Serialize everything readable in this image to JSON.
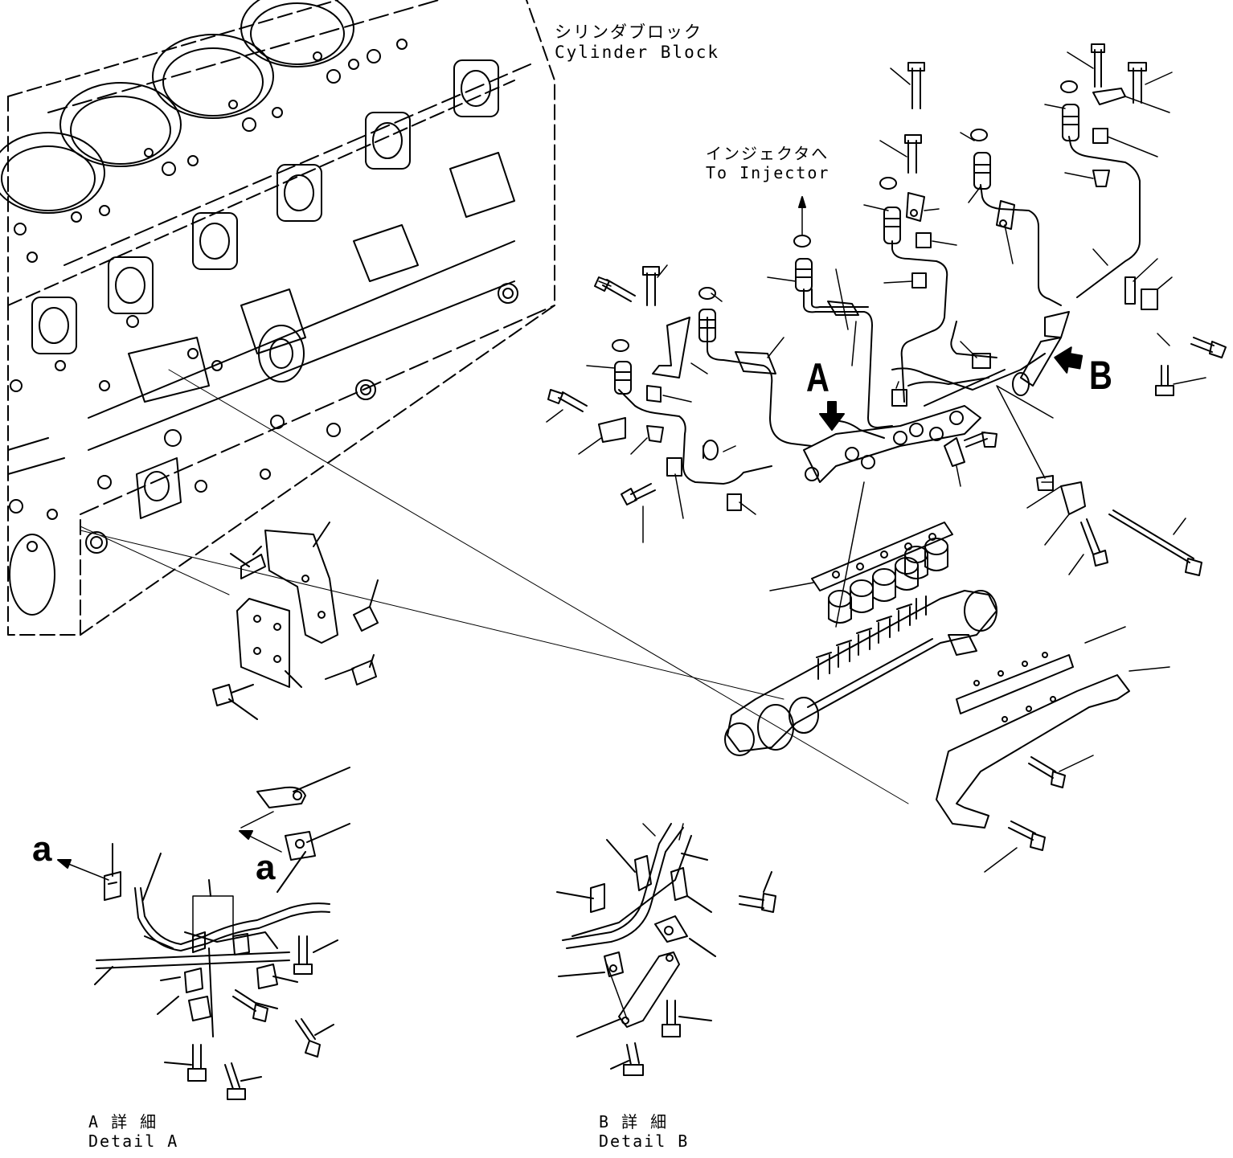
{
  "labels": {
    "cylinder_block_jp": "シリンダブロック",
    "cylinder_block_en": "Cylinder Block",
    "injector_jp": "インジェクタへ",
    "injector_en": "To Injector",
    "view_a": "A",
    "view_b": "B",
    "ref_a_left": "a",
    "ref_a_right": "a",
    "detail_a_jp": "A 詳 細",
    "detail_a_en": "Detail A",
    "detail_b_jp": "B 詳 細",
    "detail_b_en": "Detail B"
  },
  "colors": {
    "line": "#000000",
    "background": "#ffffff"
  }
}
